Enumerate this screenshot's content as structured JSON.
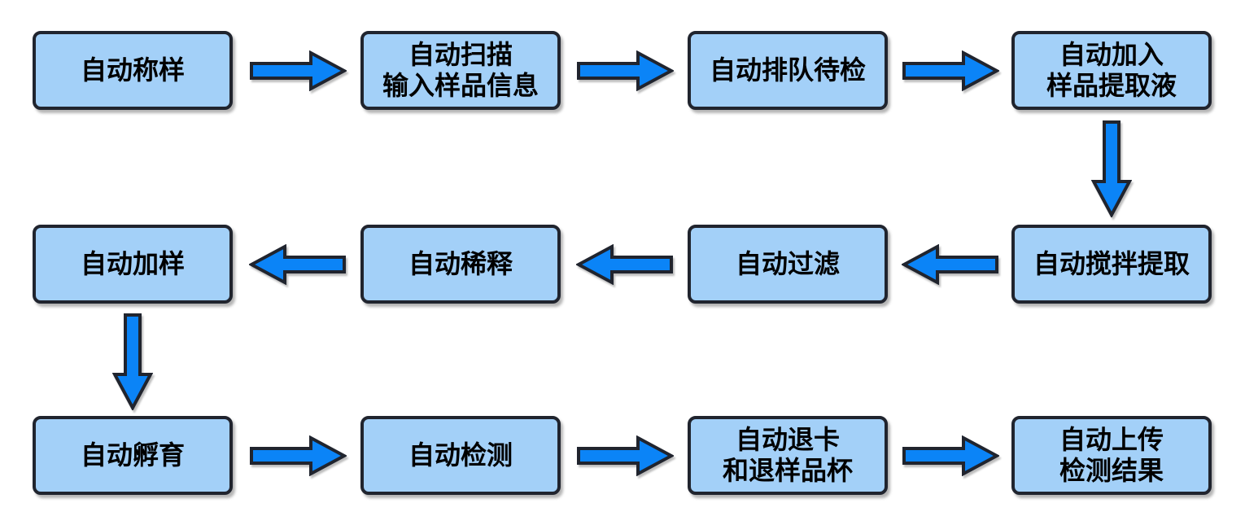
{
  "diagram": {
    "type": "flowchart",
    "background_color": "#ffffff",
    "box_fill_color": "#a3d0f8",
    "box_border_color": "#20242e",
    "arrow_fill_color": "#0b84f7",
    "arrow_outline_color": "#20242e",
    "text_color": "#000000",
    "steps": [
      {
        "label": "自动称样"
      },
      {
        "label": "自动扫描\n输入样品信息"
      },
      {
        "label": "自动排队待检"
      },
      {
        "label": "自动加入\n样品提取液"
      },
      {
        "label": "自动搅拌提取"
      },
      {
        "label": "自动过滤"
      },
      {
        "label": "自动稀释"
      },
      {
        "label": "自动加样"
      },
      {
        "label": "自动孵育"
      },
      {
        "label": "自动检测"
      },
      {
        "label": "自动退卡\n和退样品杯"
      },
      {
        "label": "自动上传\n检测结果"
      }
    ],
    "connections": [
      {
        "from": "自动称样",
        "to": "自动扫描输入样品信息",
        "direction": "right"
      },
      {
        "from": "自动扫描输入样品信息",
        "to": "自动排队待检",
        "direction": "right"
      },
      {
        "from": "自动排队待检",
        "to": "自动加入样品提取液",
        "direction": "right"
      },
      {
        "from": "自动加入样品提取液",
        "to": "自动搅拌提取",
        "direction": "down"
      },
      {
        "from": "自动搅拌提取",
        "to": "自动过滤",
        "direction": "left"
      },
      {
        "from": "自动过滤",
        "to": "自动稀释",
        "direction": "left"
      },
      {
        "from": "自动稀释",
        "to": "自动加样",
        "direction": "left"
      },
      {
        "from": "自动加样",
        "to": "自动孵育",
        "direction": "down"
      },
      {
        "from": "自动孵育",
        "to": "自动检测",
        "direction": "right"
      },
      {
        "from": "自动检测",
        "to": "自动退卡和退样品杯",
        "direction": "right"
      },
      {
        "from": "自动退卡和退样品杯",
        "to": "自动上传检测结果",
        "direction": "right"
      }
    ]
  }
}
